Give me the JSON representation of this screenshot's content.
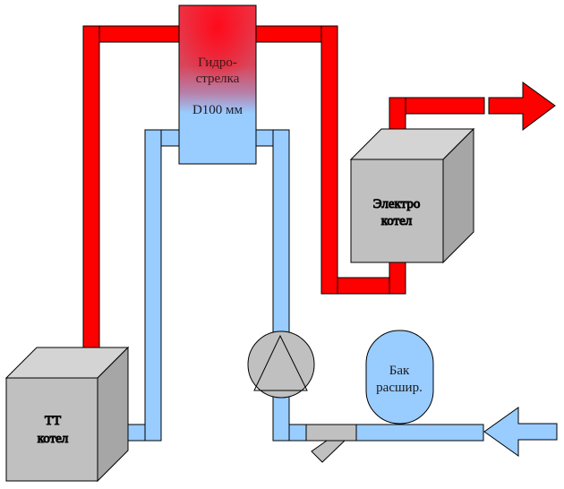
{
  "diagram": {
    "title": "Heating system schematic",
    "colors": {
      "hot_pipe": "#ff0000",
      "cold_pipe": "#99ccff",
      "boiler_front": "#c0c0c0",
      "boiler_top": "#d4d4d4",
      "boiler_side": "#a6a6a6",
      "outline": "#000000"
    },
    "hydro_separator": {
      "line1": "Гидро-",
      "line2": "стрелка",
      "line3": "D100 мм"
    },
    "solid_fuel_boiler": {
      "line1": "ТТ",
      "line2": "котел"
    },
    "electric_boiler": {
      "line1": "Электро",
      "line2": "котел"
    },
    "expansion_tank": {
      "line1": "Бак",
      "line2": "расшир."
    },
    "pump": {
      "icon": "pump-icon"
    },
    "filter": {
      "icon": "strainer-icon"
    },
    "supply_arrow": {
      "direction": "right",
      "medium": "hot"
    },
    "return_arrow": {
      "direction": "left",
      "medium": "cold"
    }
  }
}
